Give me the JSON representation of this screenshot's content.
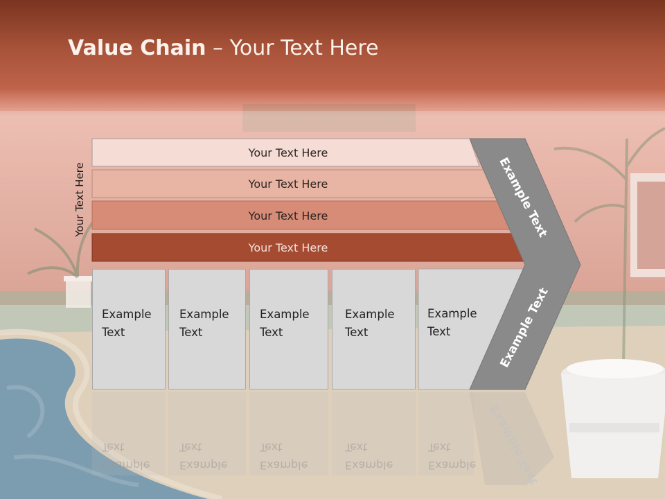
{
  "title": {
    "bold": "Value Chain",
    "rest": " – Your Text Here"
  },
  "vertical_label": "Your Text Here",
  "bands": [
    {
      "label": "Your Text Here",
      "color": "#f5dcd5"
    },
    {
      "label": "Your Text Here",
      "color": "#e8b4a4"
    },
    {
      "label": "Your Text Here",
      "color": "#d68c76"
    },
    {
      "label": "Your Text Here",
      "color": "#a44b32"
    }
  ],
  "boxes": [
    {
      "line1": "Example",
      "line2": "Text"
    },
    {
      "line1": "Example",
      "line2": "Text"
    },
    {
      "line1": "Example",
      "line2": "Text"
    },
    {
      "line1": "Example",
      "line2": "Text"
    },
    {
      "line1": "Example",
      "line2": "Text"
    }
  ],
  "chevron": {
    "top_label": "Example Text",
    "bottom_label": "Example Text",
    "color": "#8a8a8a"
  },
  "colors": {
    "header": "#8c3b25",
    "wall": "#d89585",
    "pool": "#4f7f9c",
    "deck": "#d7c4aa",
    "box_fill": "#d8d8d8"
  }
}
